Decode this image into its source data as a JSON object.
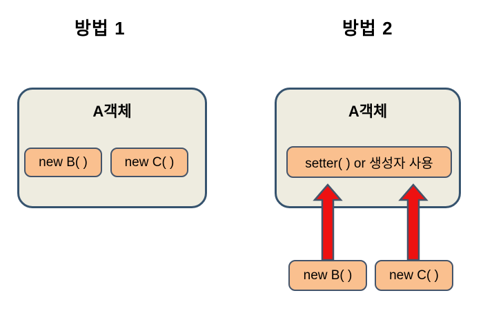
{
  "colors": {
    "background": "#ffffff",
    "text": "#000000",
    "container_fill": "#eeece0",
    "container_border": "#36536e",
    "chip_fill": "#fac08f",
    "chip_border": "#44546a",
    "arrow_fill": "#ee1111",
    "arrow_border": "#44546a"
  },
  "method1": {
    "title": "방법 1",
    "object_box": {
      "label": "A객체",
      "chips": [
        {
          "label": "new B( )"
        },
        {
          "label": "new C( )"
        }
      ]
    }
  },
  "method2": {
    "title": "방법 2",
    "object_box": {
      "label": "A객체",
      "setter_label": "setter( ) or 생성자 사용"
    },
    "source_chips": [
      {
        "label": "new B( )"
      },
      {
        "label": "new C( )"
      }
    ]
  }
}
